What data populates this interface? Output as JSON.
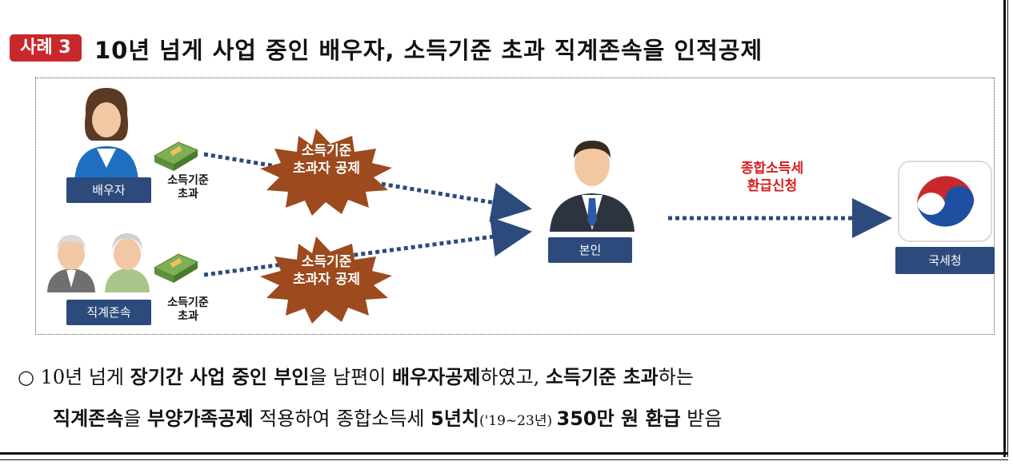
{
  "header": {
    "badge": "사례 3",
    "title": "10년 넘게 사업 중인 배우자, 소득기준 초과 직계존속을 인적공제"
  },
  "diagram": {
    "spouse_label": "배우자",
    "parents_label": "직계존속",
    "self_label": "본인",
    "nts_label": "국세청",
    "money_caption_1": "소득기준",
    "money_caption_2": "초과",
    "burst_line_1": "소득기준",
    "burst_line_2": "초과자 공제",
    "refund_line_1": "종합소득세",
    "refund_line_2": "환급신청"
  },
  "summary": {
    "bullet": "○",
    "l1": [
      "10년 넘게 ",
      "장기간 사업 중인 부인",
      "을 남편이 ",
      "배우자공제",
      "하였고, ",
      "소득기준 초과",
      "하는"
    ],
    "l2": [
      "직계존속",
      "을 ",
      "부양가족공제",
      " 적용하여 종합소득세 ",
      "5년치",
      "('19~23년) ",
      "350만 원 환급",
      " 받음"
    ]
  },
  "colors": {
    "badge": "#c8282c",
    "label_bg": "#2c4a7c",
    "burst": "#9c4a1e",
    "refund_text": "#d42020"
  }
}
